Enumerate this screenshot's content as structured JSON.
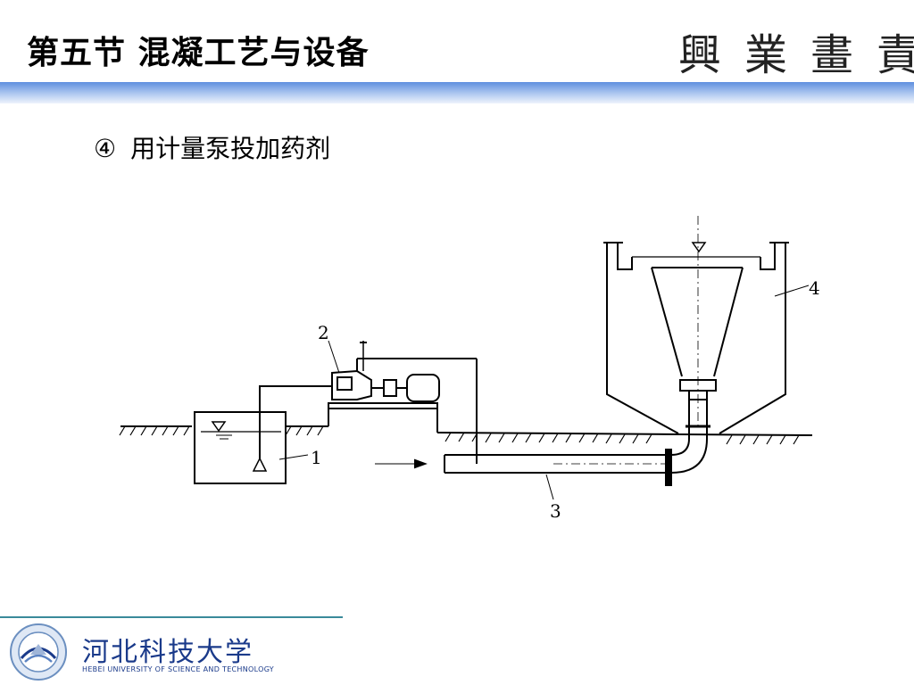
{
  "slide": {
    "title": "第五节  混凝工艺与设备",
    "calligraphy": "興業畫責",
    "subtitle_number": "④",
    "subtitle_text": "用计量泵投加药剂"
  },
  "diagram": {
    "labels": [
      "1",
      "2",
      "3",
      "4"
    ]
  },
  "footer": {
    "university_name": "河北科技大学",
    "university_name_en": "HEBEI UNIVERSITY OF SCIENCE AND TECHNOLOGY"
  },
  "colors": {
    "header_band": "#5f8fdf",
    "footer_accent": "#3a8a9a",
    "logo_blue": "#1a3a8a"
  },
  "icons": {
    "logo": "university-seal-icon"
  }
}
